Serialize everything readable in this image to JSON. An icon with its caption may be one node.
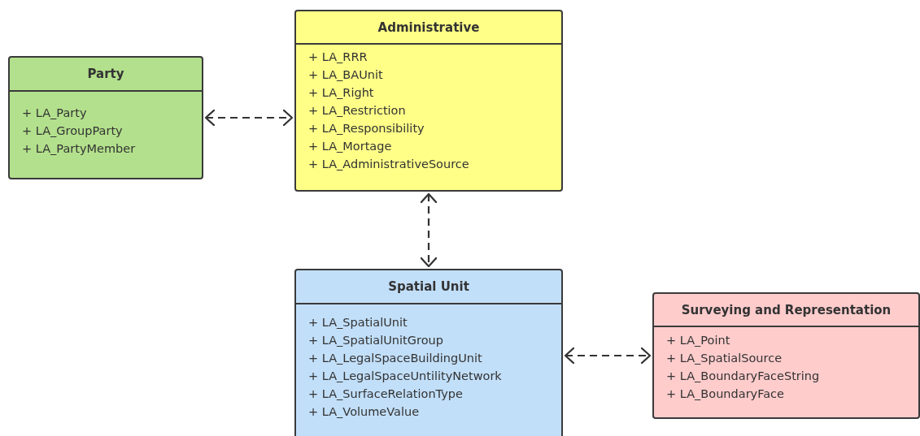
{
  "diagram": {
    "nodes": [
      {
        "text": [
          "Party",
          "+ LA_Party",
          "+ LA_GroupParty",
          "+ LA_PartyMember"
        ]
      },
      {
        "text": [
          "Administrative",
          "+ LA_RRR",
          "+ LA_BAUnit",
          "+ LA_Right",
          "+ LA_Restriction",
          "+ LA_Responsibility",
          "+ LA_Mortage",
          "+ LA_AdministrativeSource"
        ]
      },
      {
        "text": [
          "Spatial Unit",
          "+ LA_SpatialUnit",
          "+ LA_SpatialUnitGroup",
          "+ LA_LegalSpaceBuildingUnit",
          "+ LA_LegalSpaceUntilityNetwork",
          "+ LA_SurfaceRelationType",
          "+ LA_VolumeValue"
        ]
      },
      {
        "text": [
          "Surveying and Representation",
          "+ LA_Point",
          "+ LA_SpatialSource",
          "+ LA_BoundaryFaceString",
          "+ LA_BoundaryFace"
        ]
      }
    ],
    "edges": [
      {
        "from": 0,
        "to": 1,
        "arrow": "both",
        "style": "dashed"
      },
      {
        "from": 1,
        "to": 2,
        "arrow": "both",
        "style": "dashed"
      },
      {
        "from": 2,
        "to": 3,
        "arrow": "both",
        "style": "dashed"
      }
    ]
  }
}
